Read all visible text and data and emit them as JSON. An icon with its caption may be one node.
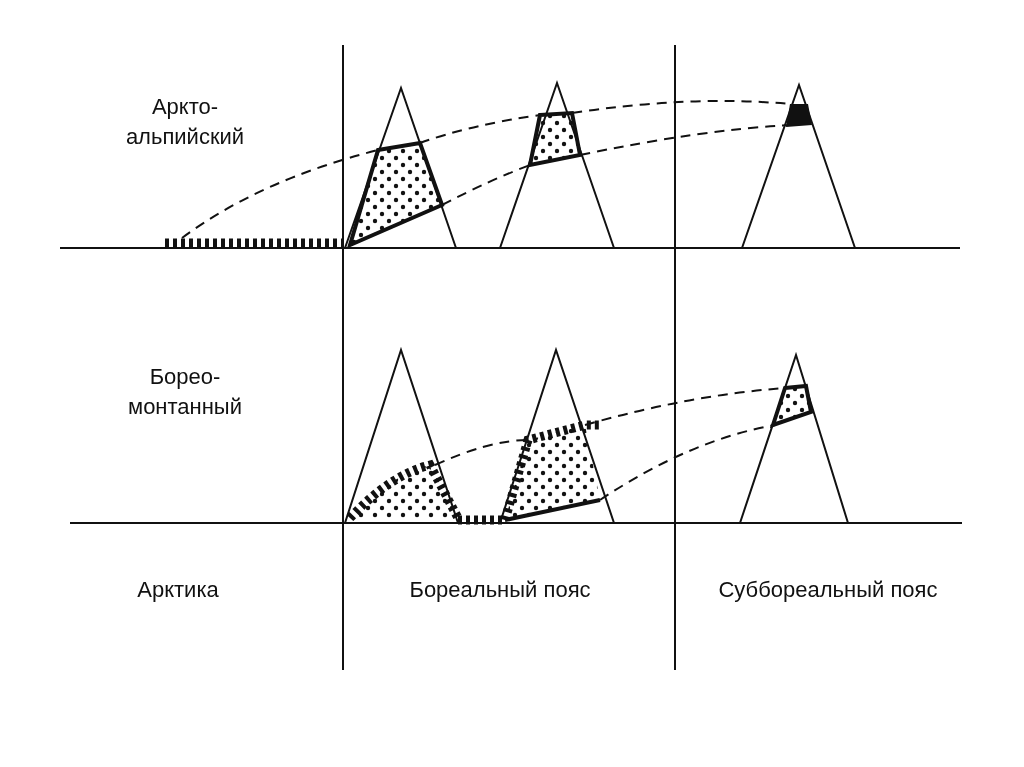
{
  "diagram": {
    "labels": [
      "Аркто-альпийский",
      "Борео-монтанный",
      "Арктика",
      "Бореальный пояс",
      "Суббореальный пояс"
    ]
  }
}
